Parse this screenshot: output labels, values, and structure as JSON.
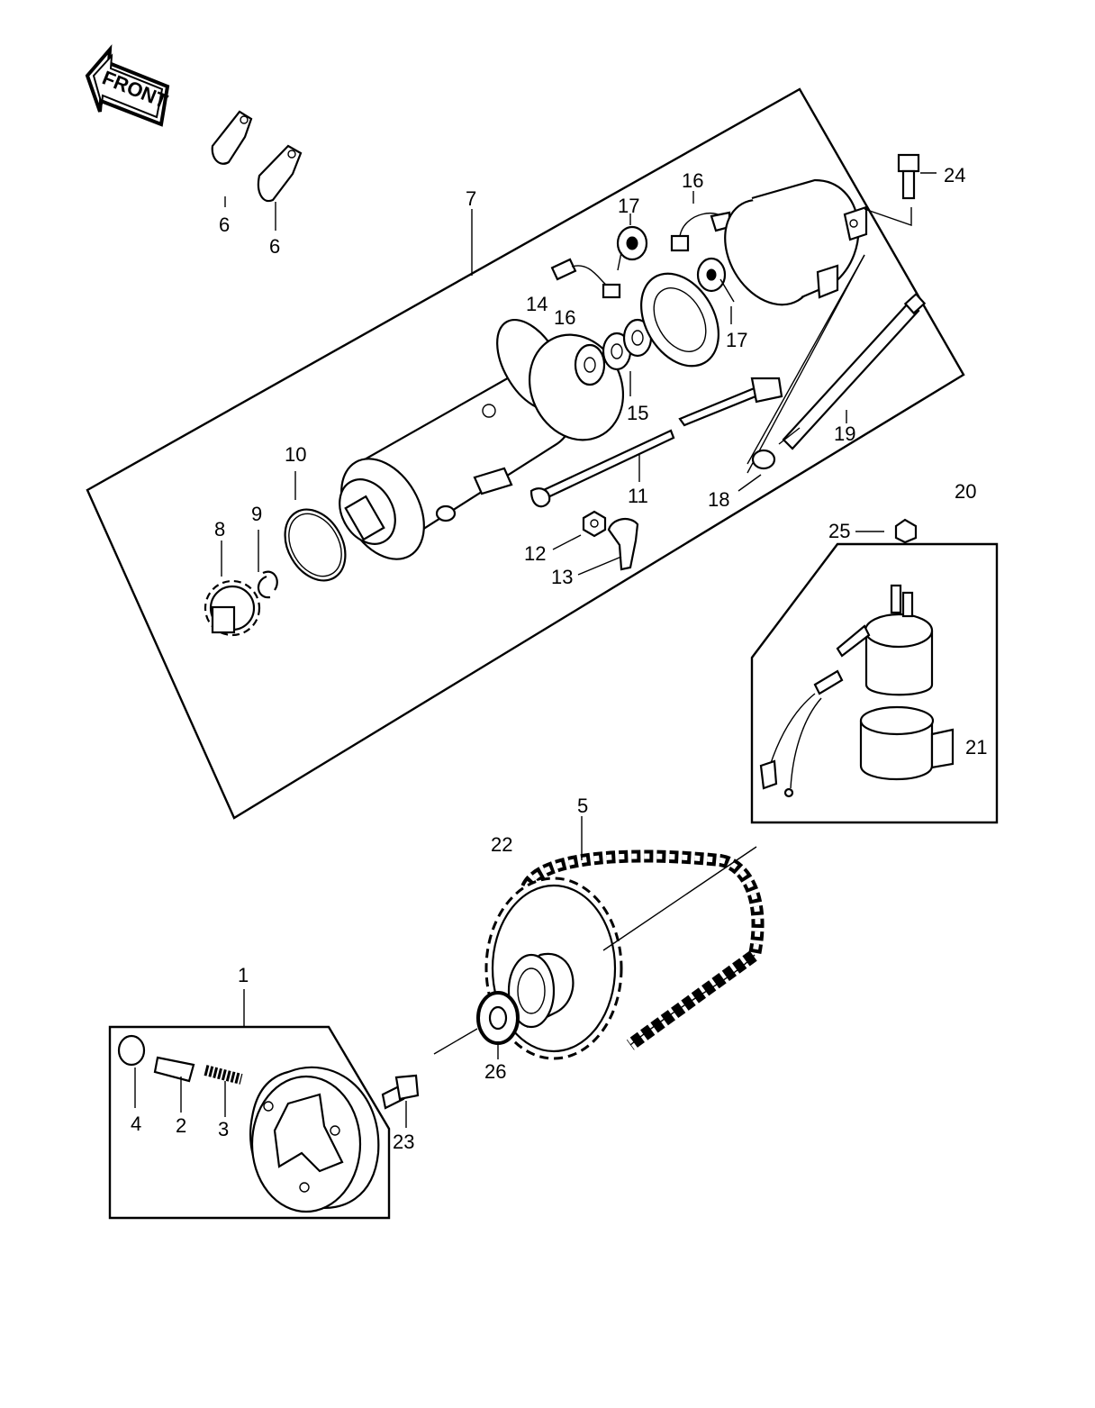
{
  "front_arrow": {
    "label": "FRONT"
  },
  "callouts": [
    {
      "id": "c6a",
      "label": "6"
    },
    {
      "id": "c6b",
      "label": "6"
    },
    {
      "id": "c7",
      "label": "7"
    },
    {
      "id": "c17a",
      "label": "17"
    },
    {
      "id": "c16a",
      "label": "16"
    },
    {
      "id": "c24",
      "label": "24"
    },
    {
      "id": "c14",
      "label": "14"
    },
    {
      "id": "c16b",
      "label": "16"
    },
    {
      "id": "c17b",
      "label": "17"
    },
    {
      "id": "c15",
      "label": "15"
    },
    {
      "id": "c19",
      "label": "19"
    },
    {
      "id": "c10",
      "label": "10"
    },
    {
      "id": "c11",
      "label": "11"
    },
    {
      "id": "c18",
      "label": "18"
    },
    {
      "id": "c20",
      "label": "20"
    },
    {
      "id": "c8",
      "label": "8"
    },
    {
      "id": "c9",
      "label": "9"
    },
    {
      "id": "c12",
      "label": "12"
    },
    {
      "id": "c13",
      "label": "13"
    },
    {
      "id": "c25",
      "label": "25"
    },
    {
      "id": "c21",
      "label": "21"
    },
    {
      "id": "c5",
      "label": "5"
    },
    {
      "id": "c22",
      "label": "22"
    },
    {
      "id": "c1",
      "label": "1"
    },
    {
      "id": "c26",
      "label": "26"
    },
    {
      "id": "c4",
      "label": "4"
    },
    {
      "id": "c2",
      "label": "2"
    },
    {
      "id": "c3",
      "label": "3"
    },
    {
      "id": "c23",
      "label": "23"
    }
  ]
}
